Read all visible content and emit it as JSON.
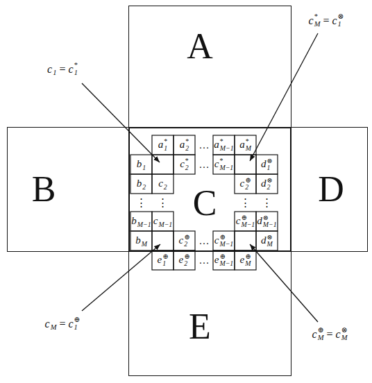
{
  "diagram": {
    "nodes": [
      {
        "text": [
          "A"
        ]
      },
      {
        "text": [
          "B"
        ]
      },
      {
        "text": [
          "C"
        ]
      },
      {
        "text": [
          "D"
        ]
      },
      {
        "text": [
          "E"
        ]
      }
    ],
    "labels": [
      "c1 = c1*",
      "a1*",
      "a2*",
      "…",
      "aM−1*",
      "aM*",
      "cM* = c1⊗",
      "b1",
      "c2*",
      "…",
      "cM−1*",
      "d1⊗",
      "b2",
      "c2",
      "c2⊕",
      "d2⊗",
      "⋮",
      "⋮",
      "⋮",
      "⋮",
      "bM−1",
      "cM−1",
      "cM−1⊕",
      "dM−1⊗",
      "bM",
      "c2⊕",
      "…",
      "cM−1⊕",
      "dM⊗",
      "e1⊕",
      "e2⊕",
      "…",
      "eM−1⊕",
      "eM⊕",
      "cM = c1⊕",
      "cM⊕ = cM⊗"
    ]
  }
}
